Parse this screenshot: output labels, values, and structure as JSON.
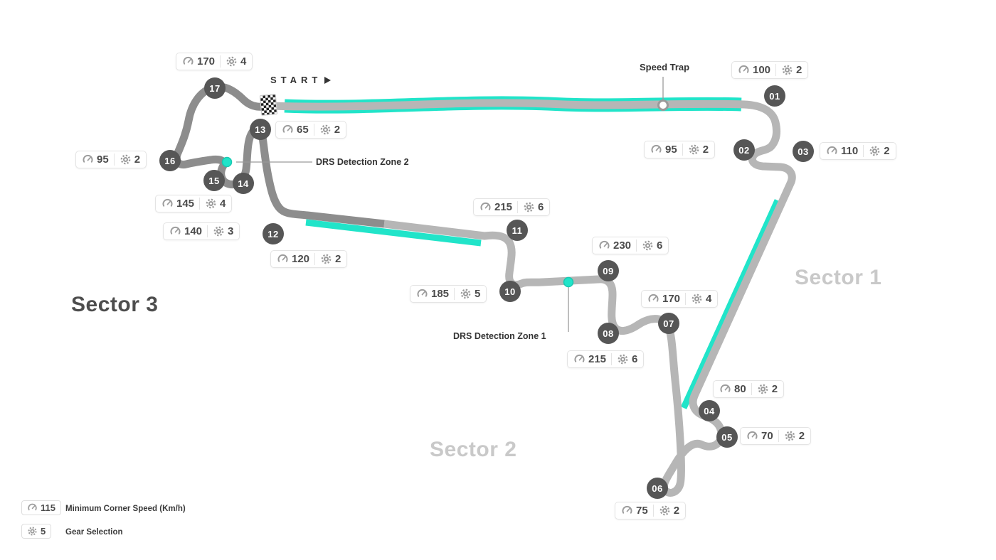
{
  "annotations": {
    "start_label": "START",
    "speed_trap_label": "Speed Trap",
    "drs_detection_zone_1": "DRS Detection Zone 1",
    "drs_detection_zone_2": "DRS Detection Zone 2"
  },
  "sectors": {
    "sector_1": "Sector 1",
    "sector_2": "Sector 2",
    "sector_3": "Sector 3"
  },
  "corners": [
    {
      "number": "01",
      "speed": "100",
      "gear": "2"
    },
    {
      "number": "02",
      "speed": "95",
      "gear": "2"
    },
    {
      "number": "03",
      "speed": "110",
      "gear": "2"
    },
    {
      "number": "04",
      "speed": "80",
      "gear": "2"
    },
    {
      "number": "05",
      "speed": "70",
      "gear": "2"
    },
    {
      "number": "06",
      "speed": "75",
      "gear": "2"
    },
    {
      "number": "07",
      "speed": "170",
      "gear": "4"
    },
    {
      "number": "08",
      "speed": "215",
      "gear": "6"
    },
    {
      "number": "09",
      "speed": "230",
      "gear": "6"
    },
    {
      "number": "10",
      "speed": "185",
      "gear": "5"
    },
    {
      "number": "11",
      "speed": "215",
      "gear": "6"
    },
    {
      "number": "12",
      "speed": "120",
      "gear": "2"
    },
    {
      "number": "13",
      "speed": "65",
      "gear": "2"
    },
    {
      "number": "14",
      "speed": "145",
      "gear": "4"
    },
    {
      "number": "15",
      "speed": "140",
      "gear": "3"
    },
    {
      "number": "16",
      "speed": "95",
      "gear": "2"
    },
    {
      "number": "17",
      "speed": "170",
      "gear": "4"
    }
  ],
  "legend": {
    "speed_value": "115",
    "speed_label": "Minimum Corner Speed (Km/h)",
    "gear_value": "5",
    "gear_label": "Gear Selection"
  },
  "colors": {
    "track": "#b6b6b6",
    "track_sector3": "#8d8d8d",
    "drs_zone": "#21e4c9",
    "badge_bg": "#565656"
  }
}
